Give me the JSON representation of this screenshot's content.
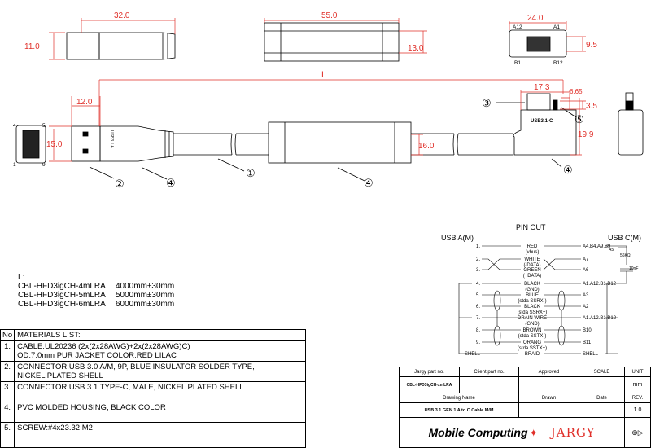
{
  "dimensions": {
    "a_length": "32.0",
    "a_height": "11.0",
    "mold_length": "55.0",
    "mold_height": "13.0",
    "c_width": "24.0",
    "c_height": "9.5",
    "overall": "L",
    "a_plug": "12.0",
    "a_width": "15.0",
    "cable_od": "16.0",
    "c_body": "17.3",
    "c_offset": "6.65",
    "c_tongue": "3.5",
    "c_total": "19.9"
  },
  "pin_labels": {
    "a12": "A12",
    "a1": "A1",
    "b1": "B1",
    "b12": "B12",
    "a4": "4",
    "a5": "5",
    "a1n": "1",
    "a9": "9"
  },
  "callouts": {
    "c1": "①",
    "c2": "②",
    "c3": "③",
    "c4": "④",
    "c5": "⑤"
  },
  "connector_marks": {
    "usb_a": "USB3.1 A",
    "usb_c": "USB3.1-C"
  },
  "lengths": {
    "title": "L:",
    "rows": [
      {
        "part": "CBL-HFD3igCH-4mLRA",
        "length": "4000mm±30mm"
      },
      {
        "part": "CBL-HFD3igCH-5mLRA",
        "length": "5000mm±30mm"
      },
      {
        "part": "CBL-HFD3igCH-6mLRA",
        "length": "6000mm±30mm"
      }
    ]
  },
  "materials": {
    "no_header": "No",
    "header": "MATERIALS LIST:",
    "items": [
      {
        "no": "1.",
        "line1": "CABLE:UL20236 (2x(2x28AWG)+2x(2x28AWG)C)",
        "line2": "OD:7.0mm  PUR JACKET COLOR:RED LILAC"
      },
      {
        "no": "2.",
        "line1": "CONNECTOR:USB 3.0 A/M, 9P, BLUE INSULATOR SOLDER TYPE,",
        "line2": "NICKEL PLATED SHELL"
      },
      {
        "no": "3.",
        "line1": "CONNECTOR:USB 3.1 TYPE-C, MALE, NICKEL PLATED SHELL",
        "line2": ""
      },
      {
        "no": "4.",
        "line1": "PVC MOLDED HOUSING, BLACK COLOR",
        "line2": ""
      },
      {
        "no": "5.",
        "line1": "SCREW:#4x23.32 M2",
        "line2": ""
      }
    ]
  },
  "pinout": {
    "title": "PIN OUT",
    "left_title": "USB A(M)",
    "right_title": "USB C(M)",
    "rows": [
      {
        "a": "1.",
        "wire": "RED",
        "sub": "(vbus)",
        "c": "A4.B4.A9.B9"
      },
      {
        "a": "2.",
        "wire": "WHITE",
        "sub": "(-DATA)",
        "c": "A7"
      },
      {
        "a": "3.",
        "wire": "GREEN",
        "sub": "(+DATA)",
        "c": "A6"
      },
      {
        "a": "4.",
        "wire": "BLACK",
        "sub": "(GND)",
        "c": "A1.A12.B1.B12"
      },
      {
        "a": "5.",
        "wire": "BLUE",
        "sub": "(stda SSRX-)",
        "c": "A3"
      },
      {
        "a": "6.",
        "wire": "BLACK",
        "sub": "(stda SSRX+)",
        "c": "A2"
      },
      {
        "a": "7.",
        "wire": "DRAIN WIRE",
        "sub": "(GND)",
        "c": "A1.A12.B1.B12"
      },
      {
        "a": "8.",
        "wire": "BROWN",
        "sub": "(stda SSTX-)",
        "c": "B10"
      },
      {
        "a": "9.",
        "wire": "ORANG",
        "sub": "(stda SSTX+)",
        "c": "B11"
      },
      {
        "a": "SHELL",
        "wire": "BRAID",
        "sub": "",
        "c": "SHELL"
      }
    ],
    "resistor": "A5",
    "resistor_value": "56KΩ",
    "capacitor": "10nF"
  },
  "title_block": {
    "h_part": "Jargy part no.",
    "h_client": "Client part no.",
    "h_approved": "Approved",
    "h_scale": "SCALE",
    "h_unit": "UNIT",
    "part_no": "CBL-HFD3igCH-xmLRA",
    "unit": "mm",
    "h_drawing": "Drawing Name",
    "h_drawn": "Drawn",
    "h_date": "Date",
    "h_rev": "REV.",
    "drawing_name": "USB 3.1 GEN 1 A to C Cable M/M",
    "rev": "1.0",
    "logo1": "Mobile Computing",
    "logo2": "JARGY"
  },
  "colors": {
    "dimension": "#e0302a",
    "line": "#000000"
  }
}
